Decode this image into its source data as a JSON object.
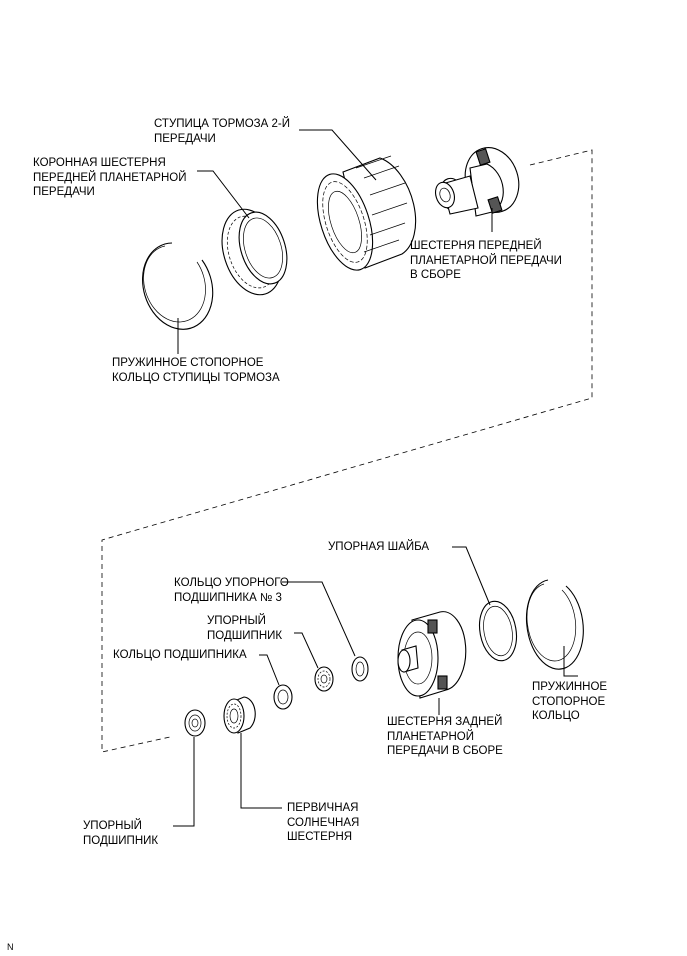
{
  "labels": {
    "brake_hub": [
      "СТУПИЦА ТОРМОЗА 2-Й",
      "ПЕРЕДАЧИ"
    ],
    "front_ring_gear": [
      "КОРОННАЯ ШЕСТЕРНЯ",
      "ПЕРЕДНЕЙ ПЛАНЕТАРНОЙ",
      "ПЕРЕДАЧИ"
    ],
    "front_planetary": [
      "ШЕСТЕРНЯ ПЕРЕДНЕЙ",
      "ПЛАНЕТАРНОЙ ПЕРЕДАЧИ",
      "В СБОРЕ"
    ],
    "hub_snap_ring": [
      "ПРУЖИННОЕ СТОПОРНОЕ",
      "КОЛЬЦО СТУПИЦЫ ТОРМОЗА"
    ],
    "thrust_washer": [
      "УПОРНАЯ ШАЙБА"
    ],
    "thrust_bearing_race_3": [
      "КОЛЬЦО УПОРНОГО",
      "ПОДШИПНИКА № 3"
    ],
    "thrust_bearing_upper": [
      "УПОРНЫЙ",
      "ПОДШИПНИК"
    ],
    "bearing_race": [
      "КОЛЬЦО ПОДШИПНИКА"
    ],
    "snap_ring": [
      "ПРУЖИННОЕ",
      "СТОПОРНОЕ",
      "КОЛЬЦО"
    ],
    "rear_planetary": [
      "ШЕСТЕРНЯ ЗАДНЕЙ",
      "ПЛАНЕТАРНОЙ",
      "ПЕРЕДАЧИ В СБОРЕ"
    ],
    "thrust_bearing_lower": [
      "УПОРНЫЙ",
      "ПОДШИПНИК"
    ],
    "input_sun_gear": [
      "ПЕРВИЧНАЯ",
      "СОЛНЕЧНАЯ",
      "ШЕСТЕРНЯ"
    ]
  },
  "footer_mark": "N"
}
